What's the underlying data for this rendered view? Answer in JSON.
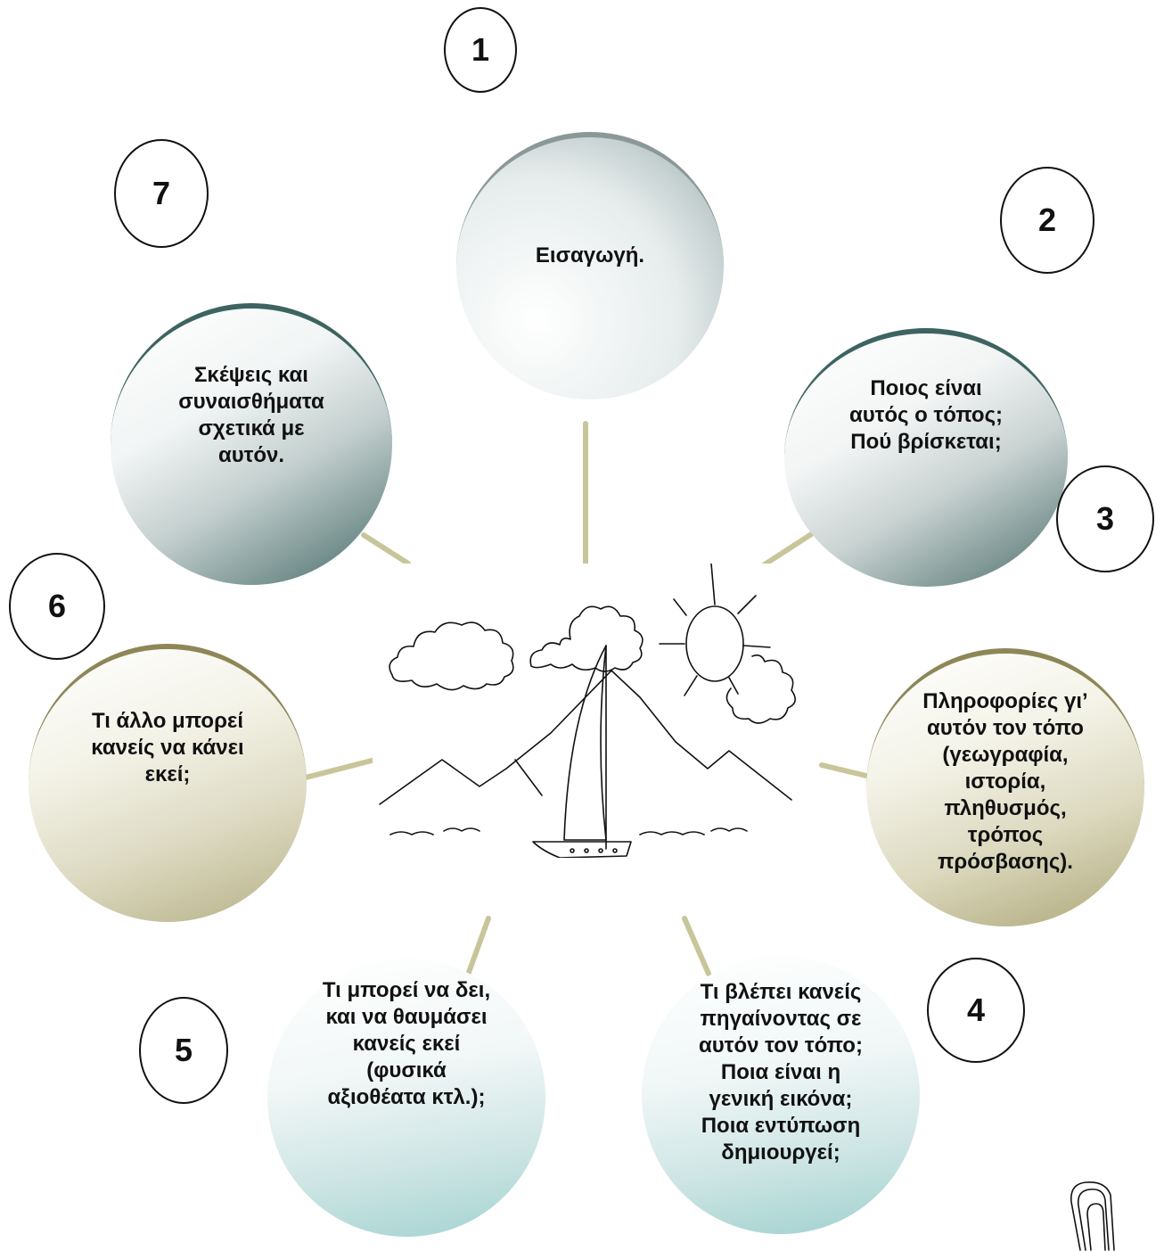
{
  "numbers": [
    "1",
    "2",
    "3",
    "4",
    "5",
    "6",
    "7"
  ],
  "nodes": {
    "intro": "Εισαγωγή.",
    "what_place": "Ποιος είναι\nαυτός ο τόπος;\nΠού βρίσκεται;",
    "info": "Πληροφορίες γι’\nαυτόν τον τόπο\n(γεωγραφία,\nιστορία,\nπληθυσμός,\nτρόπος\nπρόσβασης).",
    "what_see": "Τι βλέπει κανείς\nπηγαίνοντας σε\nαυτόν τον τόπο;\nΠοια είναι η\nγενική εικόνα;\nΠοια εντύπωση\nδημιουργεί;",
    "sights": "Τι μπορεί να δει,\nκαι να θαυμάσει\nκανείς εκεί\n(φυσικά\nαξιοθέατα κτλ.);",
    "what_else": "Τι άλλο μπορεί\nκανείς να κάνει\nεκεί;",
    "thoughts": "Σκέψεις και\nσυναισθήματα\nσχετικά με\nαυτόν."
  },
  "colors": {
    "connector": "#c9c59a",
    "teal_dark": "#3d6460",
    "olive": "#b9b58a",
    "light_teal": "#a9d3d1"
  }
}
